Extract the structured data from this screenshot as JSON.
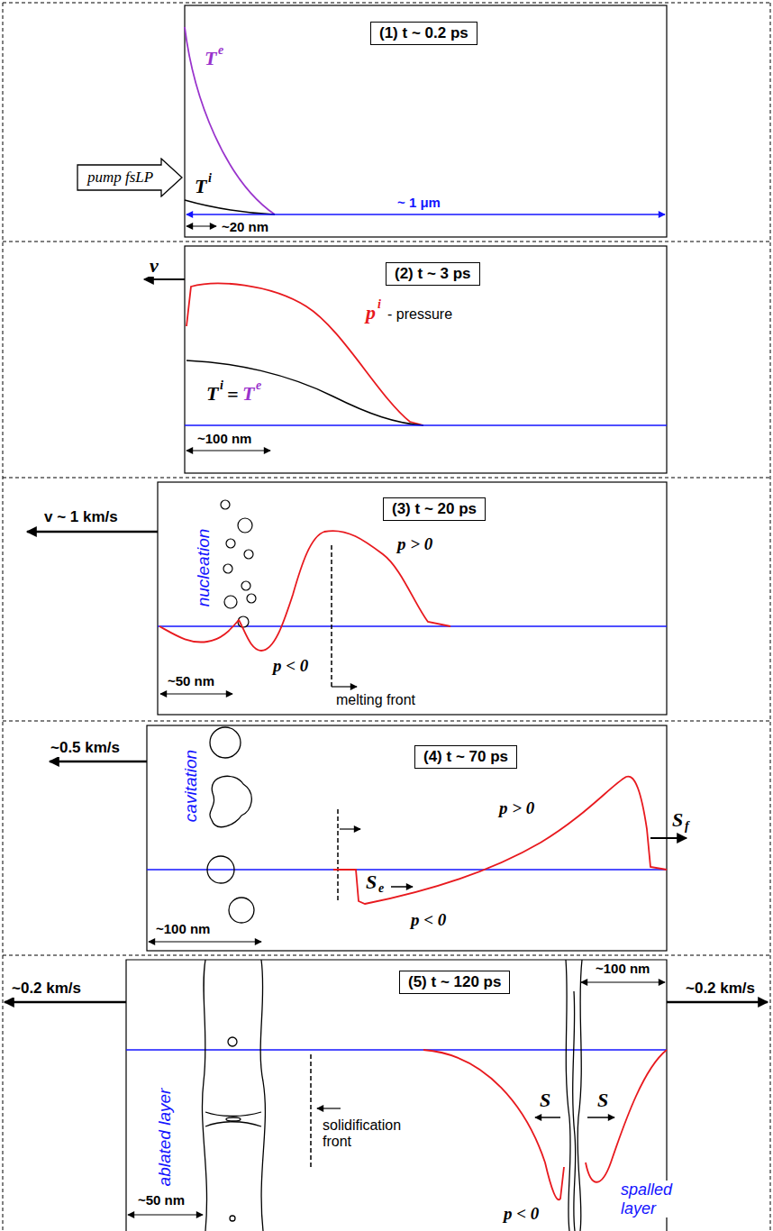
{
  "diagram": {
    "nodes": [
      {
        "text": [
          "(1) t ~ 0.2 ps"
        ]
      },
      {
        "text": [
          "pump fsLP"
        ]
      },
      {
        "text": [
          "(2) t ~ 3 ps"
        ]
      },
      {
        "text": [
          "(3) t ~ 20 ps"
        ]
      },
      {
        "text": [
          "(4) t ~ 70 ps"
        ]
      },
      {
        "text": [
          "(5) t ~ 120 ps"
        ]
      }
    ],
    "labels": [
      "T",
      "e",
      "T",
      "i",
      "~ 1 μm",
      "~20 nm",
      "v",
      "p",
      "i",
      "- pressure",
      "T",
      "i",
      "=",
      "T",
      "e",
      "~100 nm",
      "v ~ 1 km/s",
      "nucleation",
      "p > 0",
      "p < 0",
      "melting front",
      "~50 nm",
      "~0.5 km/s",
      "cavitation",
      "S",
      "f",
      "S",
      "e",
      "p > 0",
      "p < 0",
      "~100 nm",
      "~0.2 km/s",
      "~0.2 km/s",
      "~100 nm",
      "ablated layer",
      "solidification front",
      "S",
      "S",
      "p < 0",
      "spalled layer",
      "~50 nm"
    ]
  }
}
